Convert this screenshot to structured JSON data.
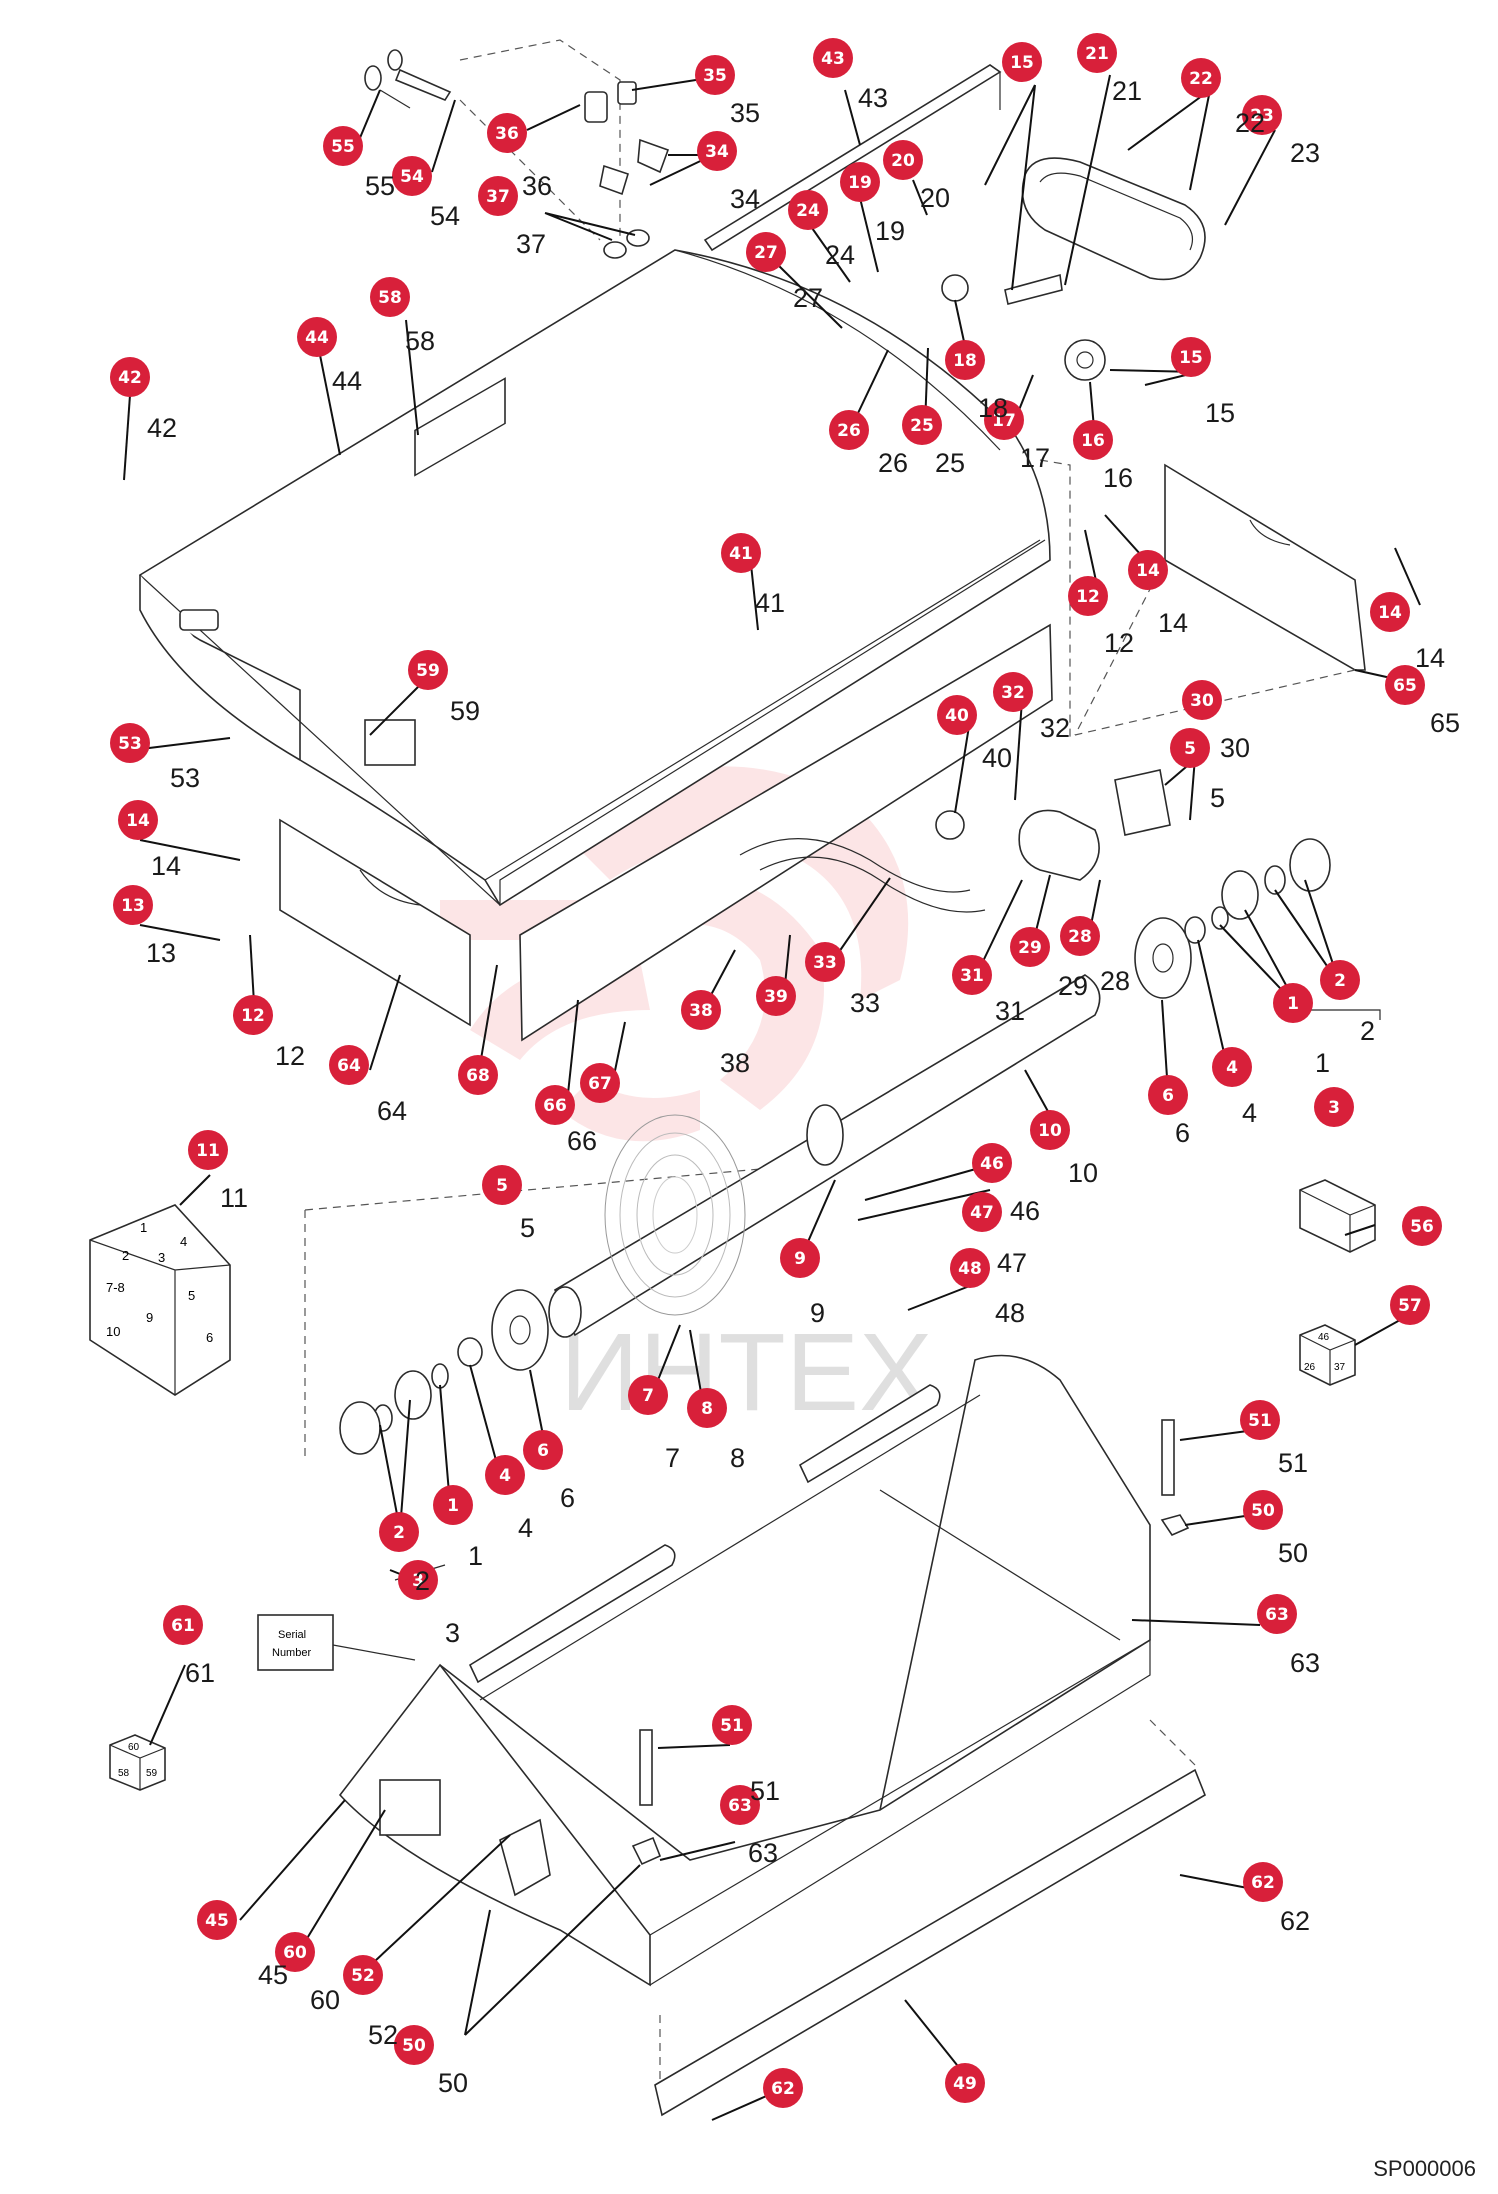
{
  "diagram_code": "SP000006",
  "serial_tag": [
    "Serial",
    "Number"
  ],
  "watermark": "ИНТЕХ",
  "box_labels": {
    "b11": [
      "1",
      "2",
      "4",
      "3",
      "7-8",
      "5",
      "9",
      "10",
      "6"
    ],
    "b57": [
      "26",
      "37",
      "46"
    ],
    "b61": [
      "60",
      "58",
      "59"
    ]
  },
  "callouts": [
    {
      "id": "55",
      "text": "55"
    },
    {
      "id": "54",
      "text": "54"
    },
    {
      "id": "36",
      "text": "36"
    },
    {
      "id": "35",
      "text": "35"
    },
    {
      "id": "34",
      "text": "34"
    },
    {
      "id": "37",
      "text": "37"
    },
    {
      "id": "43",
      "text": "43"
    },
    {
      "id": "15a",
      "text": "15"
    },
    {
      "id": "21",
      "text": "21"
    },
    {
      "id": "22",
      "text": "22"
    },
    {
      "id": "23",
      "text": "23"
    },
    {
      "id": "20",
      "text": "20"
    },
    {
      "id": "19",
      "text": "19"
    },
    {
      "id": "24",
      "text": "24"
    },
    {
      "id": "27",
      "text": "27"
    },
    {
      "id": "58",
      "text": "58"
    },
    {
      "id": "44",
      "text": "44"
    },
    {
      "id": "42",
      "text": "42"
    },
    {
      "id": "18",
      "text": "18"
    },
    {
      "id": "26",
      "text": "26"
    },
    {
      "id": "25",
      "text": "25"
    },
    {
      "id": "17",
      "text": "17"
    },
    {
      "id": "16",
      "text": "16"
    },
    {
      "id": "15b",
      "text": "15"
    },
    {
      "id": "14a",
      "text": "14"
    },
    {
      "id": "12a",
      "text": "12"
    },
    {
      "id": "41",
      "text": "41"
    },
    {
      "id": "14b",
      "text": "14"
    },
    {
      "id": "65",
      "text": "65"
    },
    {
      "id": "59",
      "text": "59"
    },
    {
      "id": "53",
      "text": "53"
    },
    {
      "id": "40",
      "text": "40"
    },
    {
      "id": "32",
      "text": "32"
    },
    {
      "id": "30",
      "text": "30"
    },
    {
      "id": "5a",
      "text": "5"
    },
    {
      "id": "14c",
      "text": "14"
    },
    {
      "id": "13",
      "text": "13"
    },
    {
      "id": "12b",
      "text": "12"
    },
    {
      "id": "29",
      "text": "29"
    },
    {
      "id": "28",
      "text": "28"
    },
    {
      "id": "33",
      "text": "33"
    },
    {
      "id": "31",
      "text": "31"
    },
    {
      "id": "39",
      "text": "39"
    },
    {
      "id": "38",
      "text": "38"
    },
    {
      "id": "2a",
      "text": "2"
    },
    {
      "id": "1a",
      "text": "1"
    },
    {
      "id": "64",
      "text": "64"
    },
    {
      "id": "68",
      "text": "68"
    },
    {
      "id": "67",
      "text": "67"
    },
    {
      "id": "66",
      "text": "66"
    },
    {
      "id": "6a",
      "text": "6"
    },
    {
      "id": "4a",
      "text": "4"
    },
    {
      "id": "3a",
      "text": "3"
    },
    {
      "id": "11",
      "text": "11"
    },
    {
      "id": "10",
      "text": "10"
    },
    {
      "id": "46",
      "text": "46"
    },
    {
      "id": "5b",
      "text": "5"
    },
    {
      "id": "47",
      "text": "47"
    },
    {
      "id": "56",
      "text": "56"
    },
    {
      "id": "9",
      "text": "9"
    },
    {
      "id": "48",
      "text": "48"
    },
    {
      "id": "57",
      "text": "57"
    },
    {
      "id": "7",
      "text": "7"
    },
    {
      "id": "8",
      "text": "8"
    },
    {
      "id": "6b",
      "text": "6"
    },
    {
      "id": "4b",
      "text": "4"
    },
    {
      "id": "51a",
      "text": "51"
    },
    {
      "id": "1b",
      "text": "1"
    },
    {
      "id": "2b",
      "text": "2"
    },
    {
      "id": "50a",
      "text": "50"
    },
    {
      "id": "3b",
      "text": "3"
    },
    {
      "id": "61",
      "text": "61"
    },
    {
      "id": "63a",
      "text": "63"
    },
    {
      "id": "51b",
      "text": "51"
    },
    {
      "id": "63b",
      "text": "63"
    },
    {
      "id": "62a",
      "text": "62"
    },
    {
      "id": "45",
      "text": "45"
    },
    {
      "id": "60",
      "text": "60"
    },
    {
      "id": "52",
      "text": "52"
    },
    {
      "id": "50b",
      "text": "50"
    },
    {
      "id": "49",
      "text": "49"
    },
    {
      "id": "62b",
      "text": "62"
    }
  ]
}
